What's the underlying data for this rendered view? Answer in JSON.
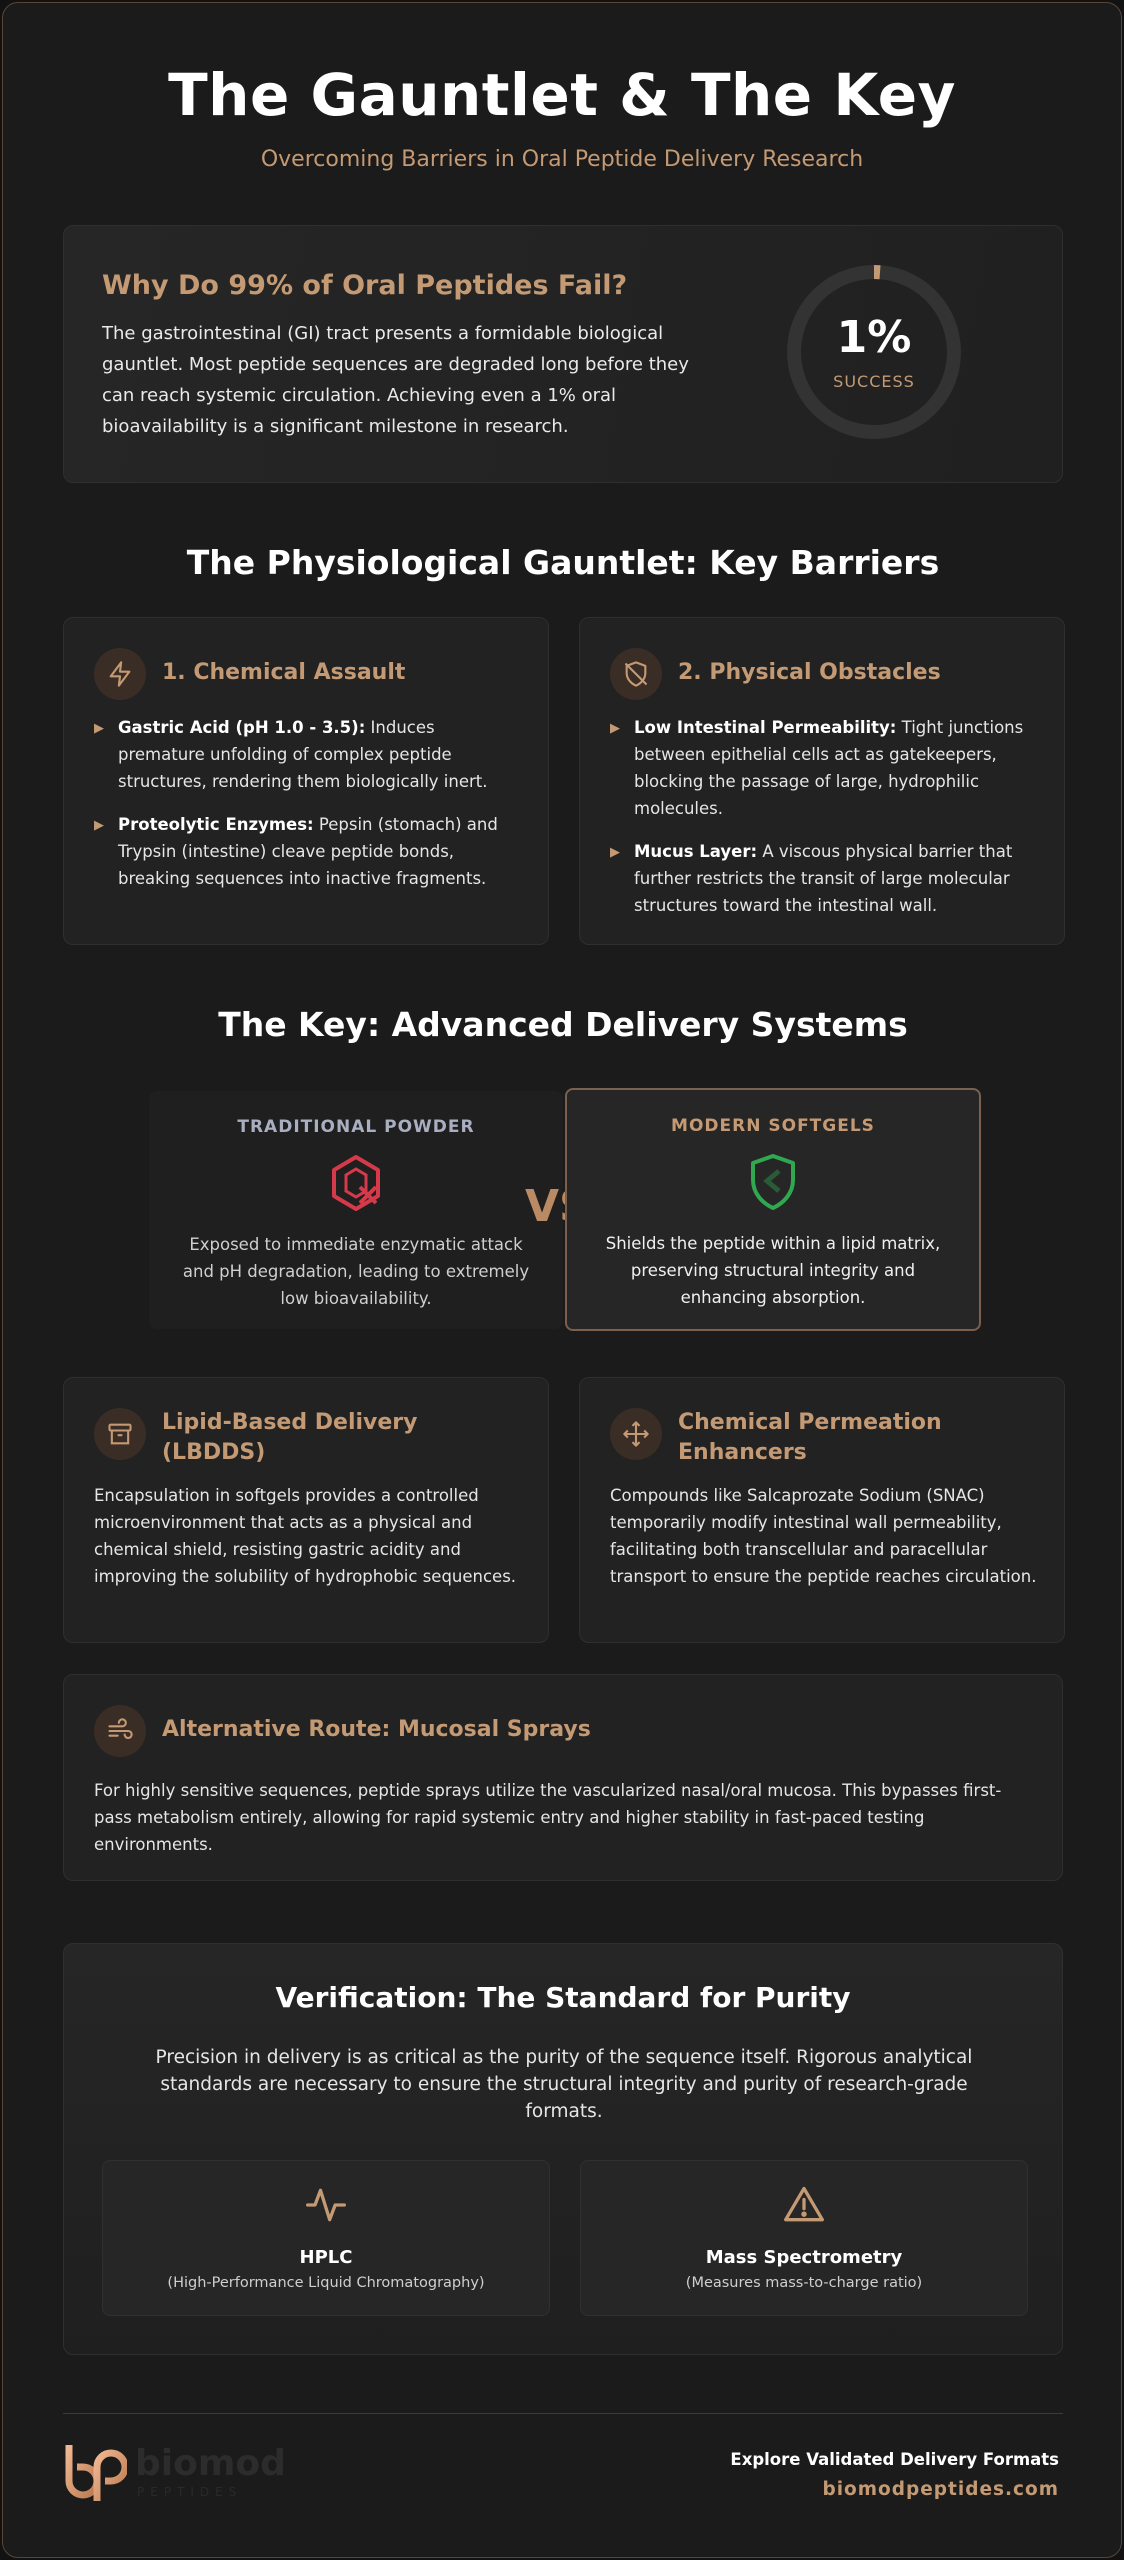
{
  "header": {
    "title": "The Gauntlet & The Key",
    "subtitle": "Overcoming Barriers in Oral Peptide Delivery Research"
  },
  "intro": {
    "heading": "Why Do 99% of Oral Peptides Fail?",
    "body": "The gastrointestinal (GI) tract presents a formidable biological gauntlet. Most peptide sequences are degraded long before they can reach systemic circulation. Achieving even a 1% oral bioavailability is a significant milestone in research.",
    "stat_value": "1%",
    "stat_label": "SUCCESS",
    "stat_fraction": 0.01
  },
  "barriers": {
    "title": "The Physiological Gauntlet: Key Barriers",
    "cards": [
      {
        "heading": "1. Chemical Assault",
        "icon": "lightning-icon",
        "items": [
          {
            "term": "Gastric Acid (pH 1.0 - 3.5):",
            "text": " Induces premature unfolding of complex peptide structures, rendering them biologically inert."
          },
          {
            "term": "Proteolytic Enzymes:",
            "text": " Pepsin (stomach) and Trypsin (intestine) cleave peptide bonds, breaking sequences into inactive fragments."
          }
        ]
      },
      {
        "heading": "2. Physical Obstacles",
        "icon": "shield-off-icon",
        "items": [
          {
            "term": "Low Intestinal Permeability:",
            "text": " Tight junctions between epithelial cells act as gatekeepers, blocking the passage of large, hydrophilic molecules."
          },
          {
            "term": "Mucus Layer:",
            "text": " A viscous physical barrier that further restricts the transit of large molecular structures toward the intestinal wall."
          }
        ]
      }
    ]
  },
  "delivery": {
    "title": "The Key: Advanced Delivery Systems",
    "vs": "VS",
    "left": {
      "heading": "TRADITIONAL POWDER",
      "text": "Exposed to immediate enzymatic attack and pH degradation, leading to extremely low bioavailability.",
      "color": "#d63a4a"
    },
    "right": {
      "heading": "MODERN SOFTGELS",
      "text": "Shields the peptide within a lipid matrix, preserving structural integrity and enhancing absorption.",
      "color": "#2fa84f"
    },
    "features": [
      {
        "heading": "Lipid-Based Delivery (LBDDS)",
        "icon": "archive-box-icon",
        "text": "Encapsulation in softgels provides a controlled microenvironment that acts as a physical and chemical shield, resisting gastric acidity and improving the solubility of hydrophobic sequences."
      },
      {
        "heading": "Chemical Permeation Enhancers",
        "icon": "move-arrows-icon",
        "text": "Compounds like Salcaprozate Sodium (SNAC) temporarily modify intestinal wall permeability, facilitating both transcellular and paracellular transport to ensure the peptide reaches circulation."
      }
    ],
    "spray": {
      "heading": "Alternative Route: Mucosal Sprays",
      "icon": "wind-icon",
      "text": "For highly sensitive sequences, peptide sprays utilize the vascularized nasal/oral mucosa. This bypasses first-pass metabolism entirely, allowing for rapid systemic entry and higher stability in fast-paced testing environments."
    }
  },
  "verification": {
    "title": "Verification: The Standard for Purity",
    "lead": "Precision in delivery is as critical as the purity of the sequence itself. Rigorous analytical standards are necessary to ensure the structural integrity and purity of research-grade formats.",
    "methods": [
      {
        "name": "HPLC",
        "desc": "(High-Performance Liquid Chromatography)",
        "icon": "pulse-icon"
      },
      {
        "name": "Mass Spectrometry",
        "desc": "(Measures mass-to-charge ratio)",
        "icon": "warning-triangle-icon"
      }
    ]
  },
  "footer": {
    "logo_text": "biomod",
    "logo_sub": "PEPTIDES",
    "cta": "Explore Validated Delivery Formats",
    "url": "biomodpeptides.com"
  },
  "colors": {
    "accent": "#c49a74",
    "background": "#1b1b1b",
    "card": "#222222"
  }
}
